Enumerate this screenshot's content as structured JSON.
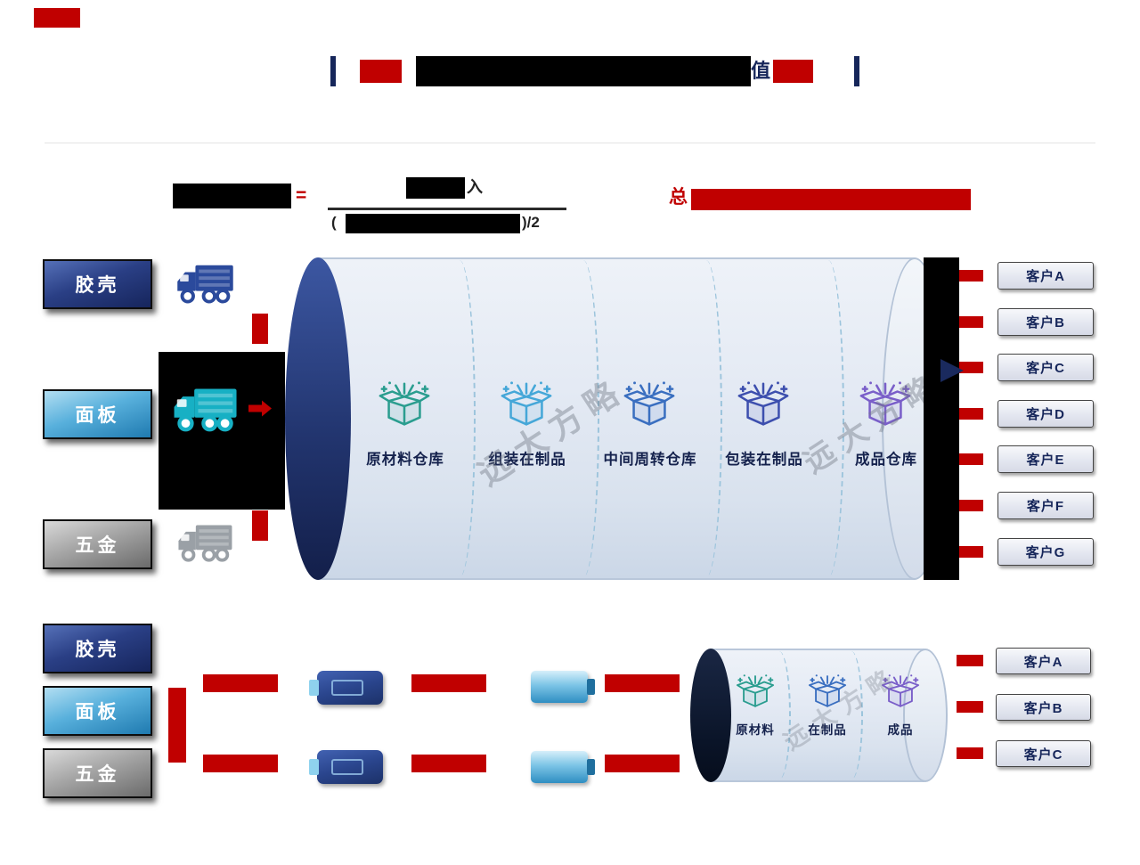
{
  "header": {
    "title_visible_suffix": "值",
    "title_redacted": true,
    "accent_color": "#c00000",
    "bar_color": "#16265a"
  },
  "formula": {
    "equals_sign": "=",
    "numerator_visible_suffix": "入",
    "denominator_visible_prefix": "(",
    "denominator_visible_suffix": ")/2",
    "section_heading_visible_prefix": "总"
  },
  "colors": {
    "red": "#c00000",
    "navy": "#16265a",
    "redaction": "#000000"
  },
  "watermark": {
    "text": "远大方略"
  },
  "top_flow": {
    "suppliers": [
      {
        "label": "胶壳"
      },
      {
        "label": "面板"
      },
      {
        "label": "五金"
      }
    ],
    "truck_colors": [
      "#2b4a9c",
      "#17b0c4",
      "#9aa0a6"
    ],
    "warehouse_sections": [
      {
        "label": "原材料仓库",
        "icon_color": "#2a9d8f"
      },
      {
        "label": "组装在制品",
        "icon_color": "#45a7d8"
      },
      {
        "label": "中间周转仓库",
        "icon_color": "#3a6fc0"
      },
      {
        "label": "包装在制品",
        "icon_color": "#3d4fae"
      },
      {
        "label": "成品仓库",
        "icon_color": "#7a5fc9"
      }
    ],
    "customers": [
      {
        "label": "客户A"
      },
      {
        "label": "客户B"
      },
      {
        "label": "客户C"
      },
      {
        "label": "客户D"
      },
      {
        "label": "客户E"
      },
      {
        "label": "客户F"
      },
      {
        "label": "客户G"
      }
    ]
  },
  "bottom_flow": {
    "suppliers": [
      {
        "label": "胶壳"
      },
      {
        "label": "面板"
      },
      {
        "label": "五金"
      }
    ],
    "warehouse_sections": [
      {
        "label": "原材料",
        "icon_color": "#2a9d8f"
      },
      {
        "label": "在制品",
        "icon_color": "#3a6fc0"
      },
      {
        "label": "成品",
        "icon_color": "#7a5fc9"
      }
    ],
    "customers": [
      {
        "label": "客户A"
      },
      {
        "label": "客户B"
      },
      {
        "label": "客户C"
      }
    ]
  }
}
